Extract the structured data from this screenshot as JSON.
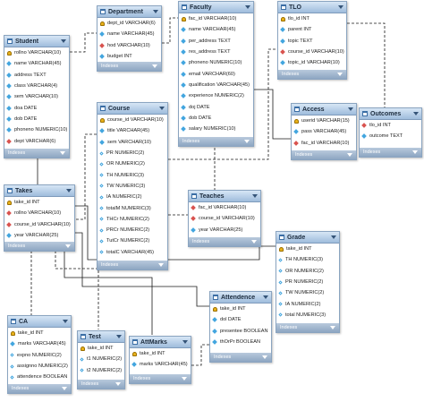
{
  "tables": {
    "student": {
      "title": "Student",
      "footer": "Indexes",
      "columns": [
        {
          "label": "rollno VARCHAR(10)",
          "kind": "pk"
        },
        {
          "label": "name VARCHAR(45)",
          "kind": "col"
        },
        {
          "label": "address TEXT",
          "kind": "col"
        },
        {
          "label": "class VARCHAR(4)",
          "kind": "col"
        },
        {
          "label": "sem VARCHAR(10)",
          "kind": "col"
        },
        {
          "label": "doa DATE",
          "kind": "col"
        },
        {
          "label": "dob DATE",
          "kind": "col"
        },
        {
          "label": "phoneno NUMERIC(10)",
          "kind": "col"
        },
        {
          "label": "dept VARCHAR(6)",
          "kind": "fk"
        }
      ]
    },
    "department": {
      "title": "Department",
      "footer": "Indexes",
      "columns": [
        {
          "label": "dept_id VARCHAR(6)",
          "kind": "pk"
        },
        {
          "label": "name VARCHAR(45)",
          "kind": "col"
        },
        {
          "label": "hod VARCHAR(10)",
          "kind": "fk"
        },
        {
          "label": "budget INT",
          "kind": "col"
        }
      ]
    },
    "faculty": {
      "title": "Faculty",
      "footer": "Indexes",
      "columns": [
        {
          "label": "fac_id VARCHAR(10)",
          "kind": "pk"
        },
        {
          "label": "name VARCHAR(45)",
          "kind": "col"
        },
        {
          "label": "per_address TEXT",
          "kind": "col"
        },
        {
          "label": "res_address TEXT",
          "kind": "col"
        },
        {
          "label": "phoneno NUMERIC(10)",
          "kind": "col"
        },
        {
          "label": "email VARCHAR(60)",
          "kind": "col"
        },
        {
          "label": "qualification VARCHAR(45)",
          "kind": "col"
        },
        {
          "label": "experience NUMERIC(2)",
          "kind": "col"
        },
        {
          "label": "doj DATE",
          "kind": "col"
        },
        {
          "label": "dob DATE",
          "kind": "col"
        },
        {
          "label": "salary NUMERIC(10)",
          "kind": "col"
        }
      ]
    },
    "tlo": {
      "title": "TLO",
      "footer": "Indexes",
      "columns": [
        {
          "label": "tlo_id INT",
          "kind": "pk"
        },
        {
          "label": "parent INT",
          "kind": "col"
        },
        {
          "label": "topic TEXT",
          "kind": "col"
        },
        {
          "label": "course_id VARCHAR(10)",
          "kind": "fk"
        },
        {
          "label": "topic_id VARCHAR(10)",
          "kind": "col"
        }
      ]
    },
    "course": {
      "title": "Course",
      "footer": "Indexes",
      "columns": [
        {
          "label": "course_id VARCHAR(10)",
          "kind": "pk"
        },
        {
          "label": "title VARCHAR(45)",
          "kind": "col"
        },
        {
          "label": "sem VARCHAR(10)",
          "kind": "col"
        },
        {
          "label": "PR NUMERIC(2)",
          "kind": "col"
        },
        {
          "label": "OR NUMERIC(2)",
          "kind": "col"
        },
        {
          "label": "TH NUMERIC(3)",
          "kind": "col"
        },
        {
          "label": "TW NUMERIC(3)",
          "kind": "col"
        },
        {
          "label": "IA NUMERIC(2)",
          "kind": "col"
        },
        {
          "label": "totalM NUMERIC(3)",
          "kind": "col"
        },
        {
          "label": "THCr NUMERIC(2)",
          "kind": "col"
        },
        {
          "label": "PRCr NUMERIC(2)",
          "kind": "col"
        },
        {
          "label": "TutCr NUMERIC(2)",
          "kind": "col"
        },
        {
          "label": "totalC VARCHAR(45)",
          "kind": "col"
        }
      ]
    },
    "access": {
      "title": "Access",
      "footer": "Indexes",
      "columns": [
        {
          "label": "userid VARCHAR(15)",
          "kind": "pk"
        },
        {
          "label": "pass VARCHAR(45)",
          "kind": "col"
        },
        {
          "label": "fac_id VARCHAR(10)",
          "kind": "fk"
        }
      ]
    },
    "outcomes": {
      "title": "Outcomes",
      "footer": "Indexes",
      "columns": [
        {
          "label": "tlo_id INT",
          "kind": "fk"
        },
        {
          "label": "outcome TEXT",
          "kind": "col"
        }
      ]
    },
    "takes": {
      "title": "Takes",
      "footer": "Indexes",
      "columns": [
        {
          "label": "take_id INT",
          "kind": "pk"
        },
        {
          "label": "rollno VARCHAR(10)",
          "kind": "fk"
        },
        {
          "label": "course_id VARCHAR(10)",
          "kind": "fk"
        },
        {
          "label": "year VARCHAR(25)",
          "kind": "col"
        }
      ]
    },
    "teaches": {
      "title": "Teaches",
      "footer": "Indexes",
      "columns": [
        {
          "label": "fac_id VARCHAR(10)",
          "kind": "fk"
        },
        {
          "label": "course_id VARCHAR(10)",
          "kind": "fk"
        },
        {
          "label": "year VARCHAR(25)",
          "kind": "col"
        }
      ]
    },
    "grade": {
      "title": "Grade",
      "footer": "Indexes",
      "columns": [
        {
          "label": "take_id INT",
          "kind": "pk"
        },
        {
          "label": "TH NUMERIC(3)",
          "kind": "col"
        },
        {
          "label": "OR NUMERIC(2)",
          "kind": "col"
        },
        {
          "label": "PR NUMERIC(2)",
          "kind": "col"
        },
        {
          "label": "TW NUMERIC(2)",
          "kind": "col"
        },
        {
          "label": "IA NUMERIC(2)",
          "kind": "col"
        },
        {
          "label": "total NUMERIC(3)",
          "kind": "col"
        }
      ]
    },
    "attendence": {
      "title": "Attendence",
      "footer": "Indexes",
      "columns": [
        {
          "label": "take_id INT",
          "kind": "pk"
        },
        {
          "label": "dol DATE",
          "kind": "col"
        },
        {
          "label": "presentee BOOLEAN",
          "kind": "col"
        },
        {
          "label": "thOrPr BOOLEAN",
          "kind": "col"
        }
      ]
    },
    "ca": {
      "title": "CA",
      "footer": "Indexes",
      "columns": [
        {
          "label": "take_id INT",
          "kind": "pk"
        },
        {
          "label": "marks VARCHAR(45)",
          "kind": "col"
        },
        {
          "label": "expno NUMERIC(2)",
          "kind": "col"
        },
        {
          "label": "assignno NUMERIC(2)",
          "kind": "col"
        },
        {
          "label": "attendence BOOLEAN",
          "kind": "col"
        }
      ]
    },
    "test": {
      "title": "Test",
      "footer": "Indexes",
      "columns": [
        {
          "label": "take_id INT",
          "kind": "pk"
        },
        {
          "label": "t1 NUMERIC(2)",
          "kind": "col"
        },
        {
          "label": "t2 NUMERIC(2)",
          "kind": "col"
        }
      ]
    },
    "attmarks": {
      "title": "AttMarks",
      "footer": "Indexes",
      "columns": [
        {
          "label": "take_id INT",
          "kind": "pk"
        },
        {
          "label": "marks VARCHAR(45)",
          "kind": "col"
        }
      ]
    }
  }
}
